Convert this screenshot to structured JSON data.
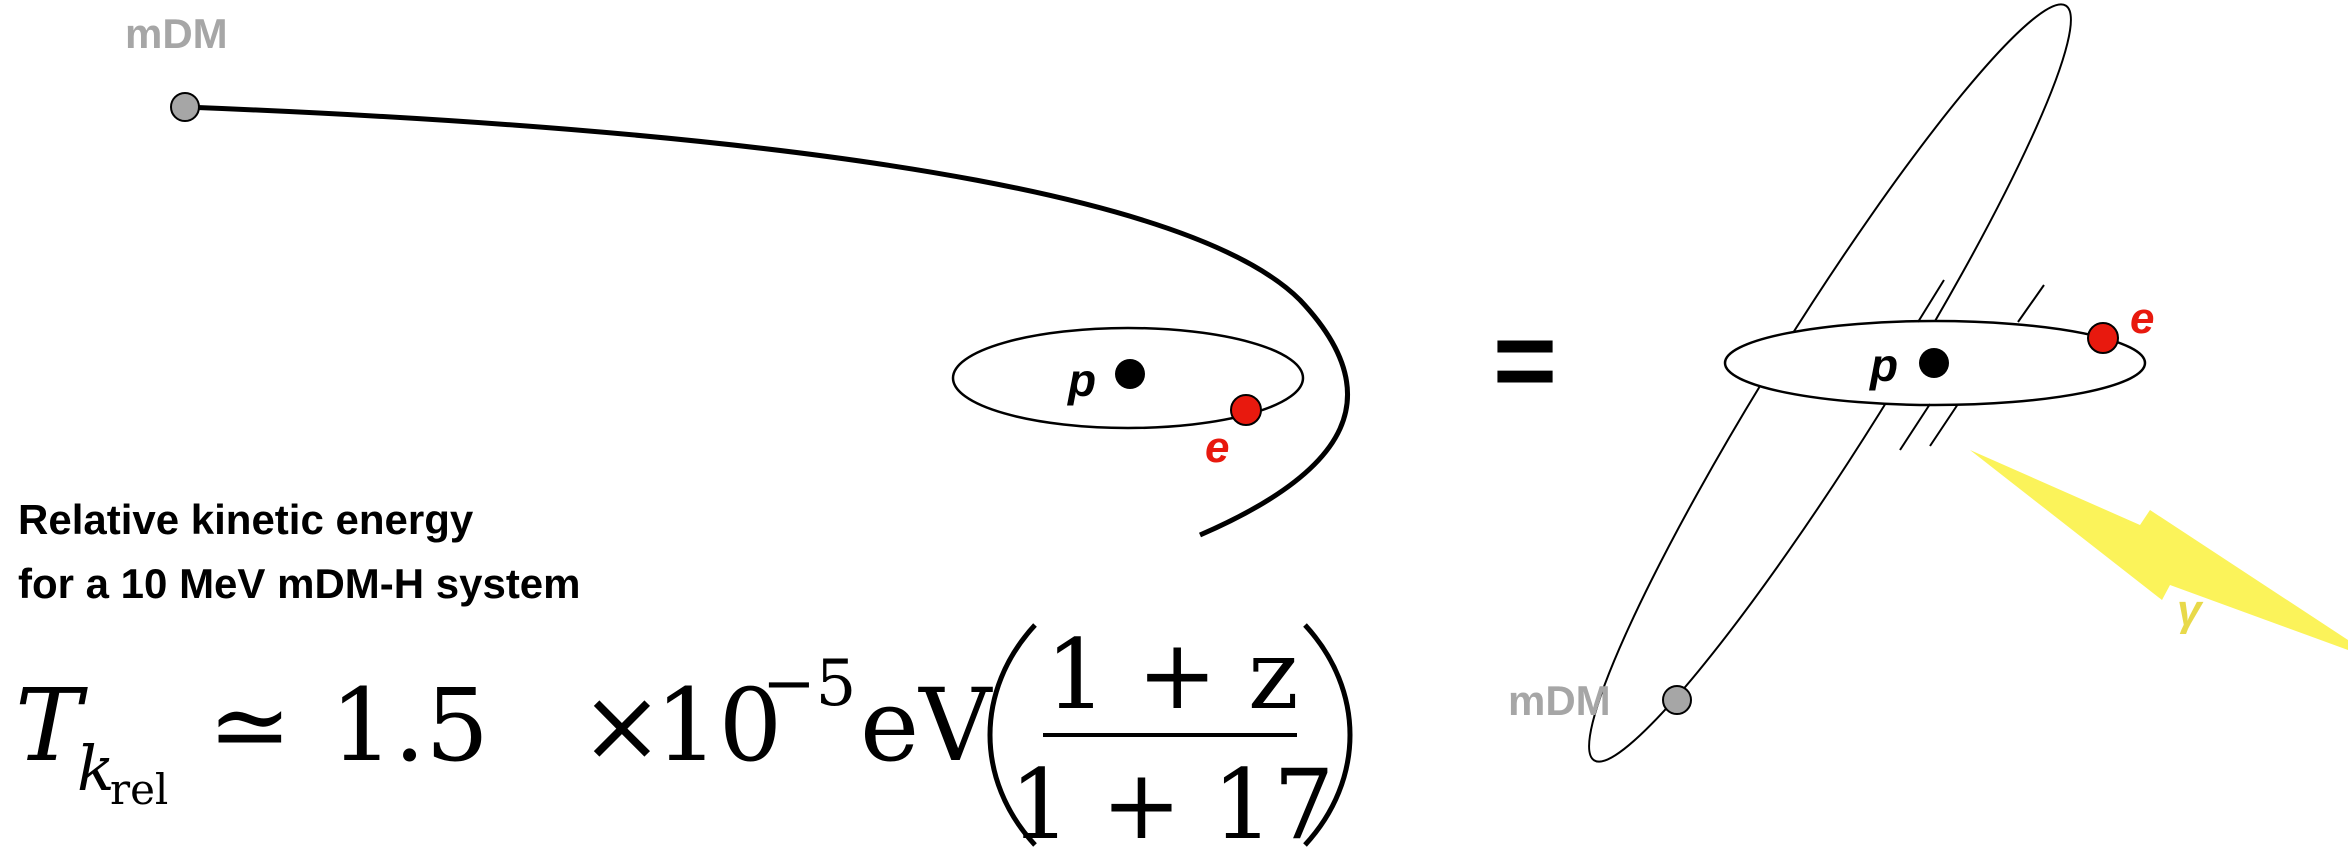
{
  "left_scene": {
    "mdm_label": "mDM",
    "proton_label": "p",
    "electron_label": "e"
  },
  "right_scene": {
    "mdm_label": "mDM",
    "proton_label": "p",
    "electron_label": "e",
    "photon_label": "γ"
  },
  "equals": "=",
  "caption": {
    "line1": "Relative kinetic energy",
    "line2": "for a 10 MeV mDM-H system"
  },
  "formula": {
    "symbol": "T",
    "subscript_k": "k",
    "subscript_rel": "rel",
    "approx": "≃",
    "coefficient": "1.5",
    "times": "×",
    "base": "10",
    "exponent": "−5",
    "unit": "eV",
    "numerator": "1 + z",
    "denominator": "1 + 17"
  },
  "colors": {
    "mdm_gray": "#a6a6a6",
    "electron_red": "#e8190e",
    "photon_yellow": "#fbf35a",
    "ink": "#000000"
  }
}
